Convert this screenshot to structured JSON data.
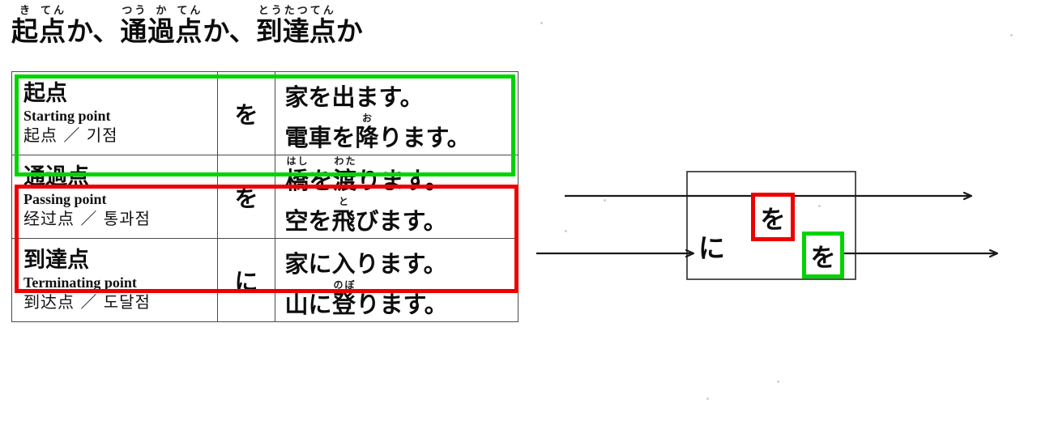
{
  "title": {
    "segments": [
      {
        "ruby": "き",
        "base": "起"
      },
      {
        "ruby": "てん",
        "base": "点"
      },
      {
        "ruby": "",
        "base": "か、"
      },
      {
        "ruby": "つう",
        "base": "通"
      },
      {
        "ruby": "か",
        "base": "過"
      },
      {
        "ruby": "てん",
        "base": "点"
      },
      {
        "ruby": "",
        "base": "か、"
      },
      {
        "ruby": "とうたつてん",
        "base": "到達点"
      },
      {
        "ruby": "",
        "base": "か"
      }
    ],
    "plain_text": "起点か、通過点か、到達点か"
  },
  "table": {
    "rows": [
      {
        "id": "starting-point",
        "term_jp": "起点",
        "term_en": "Starting point",
        "term_cn_kr": "起点 ／ 기점",
        "particle": "を",
        "highlight_color": "#00d400",
        "highlight_label": "green",
        "examples": [
          {
            "plain": "家を出ます。",
            "parts": [
              {
                "ruby": "",
                "base": "家を出ます。"
              }
            ]
          },
          {
            "plain": "電車を降ります。",
            "parts": [
              {
                "ruby": "",
                "base": "電車を"
              },
              {
                "ruby": "お",
                "base": "降"
              },
              {
                "ruby": "",
                "base": "ります。"
              }
            ]
          }
        ]
      },
      {
        "id": "passing-point",
        "term_jp": "通過点",
        "term_en": "Passing point",
        "term_cn_kr": "经过点 ／ 통과점",
        "particle": "を",
        "highlight_color": "#ee0000",
        "highlight_label": "red",
        "examples": [
          {
            "plain": "橋を渡ります。",
            "parts": [
              {
                "ruby": "はし",
                "base": "橋"
              },
              {
                "ruby": "",
                "base": "を"
              },
              {
                "ruby": "わた",
                "base": "渡"
              },
              {
                "ruby": "",
                "base": "ります。"
              }
            ]
          },
          {
            "plain": "空を飛びます。",
            "parts": [
              {
                "ruby": "",
                "base": "空を"
              },
              {
                "ruby": "と",
                "base": "飛"
              },
              {
                "ruby": "",
                "base": "びます。"
              }
            ]
          }
        ]
      },
      {
        "id": "terminating-point",
        "term_jp": "到達点",
        "term_en": "Terminating point",
        "term_cn_kr": "到达点 ／ 도달점",
        "particle": "に",
        "highlight_color": "",
        "highlight_label": "none",
        "examples": [
          {
            "plain": "家に入ります。",
            "parts": [
              {
                "ruby": "",
                "base": "家に入ります。"
              }
            ]
          },
          {
            "plain": "山に登ります。",
            "parts": [
              {
                "ruby": "",
                "base": "山に"
              },
              {
                "ruby": "のぼ",
                "base": "登"
              },
              {
                "ruby": "",
                "base": "ります。"
              }
            ]
          }
        ]
      }
    ]
  },
  "diagram": {
    "ni_label": "に",
    "wo_passing_label": "を",
    "wo_start_label": "を",
    "passing_box_color": "#ee0000",
    "start_box_color": "#00d400",
    "rect_stroke": "#1a1a1a",
    "arrow_stroke": "#1a1a1a"
  }
}
